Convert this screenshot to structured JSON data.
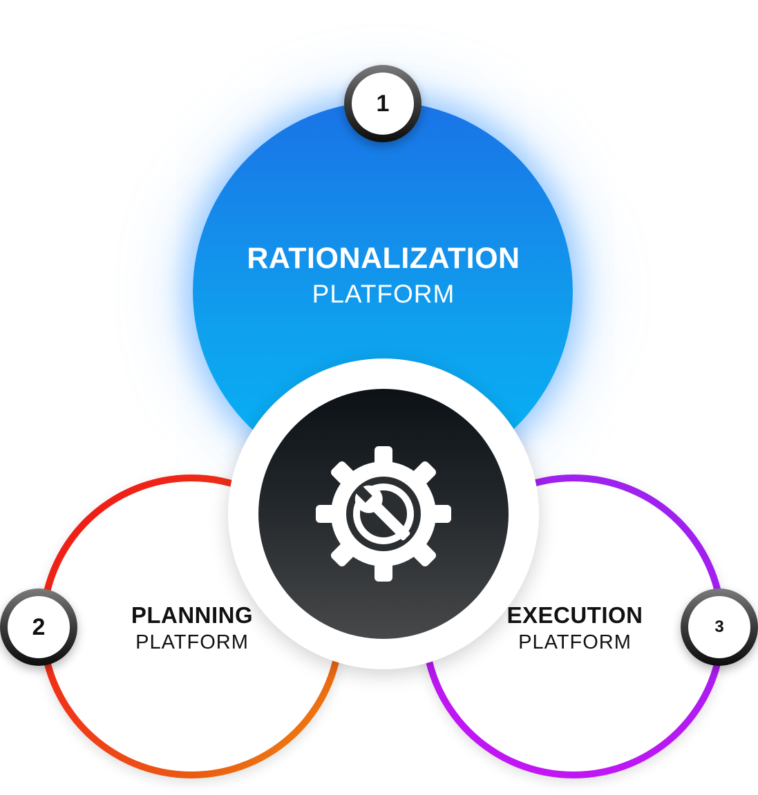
{
  "diagram": {
    "center_icon": "gear-wrench-icon",
    "nodes": [
      {
        "number": "1",
        "title": "RATIONALIZATION",
        "subtitle": "PLATFORM",
        "color": "#1a73e6"
      },
      {
        "number": "2",
        "title": "PLANNING",
        "subtitle": "PLATFORM",
        "color": "#ee1313"
      },
      {
        "number": "3",
        "title": "EXECUTION",
        "subtitle": "PLATFORM",
        "color": "#9b23ee"
      }
    ]
  }
}
